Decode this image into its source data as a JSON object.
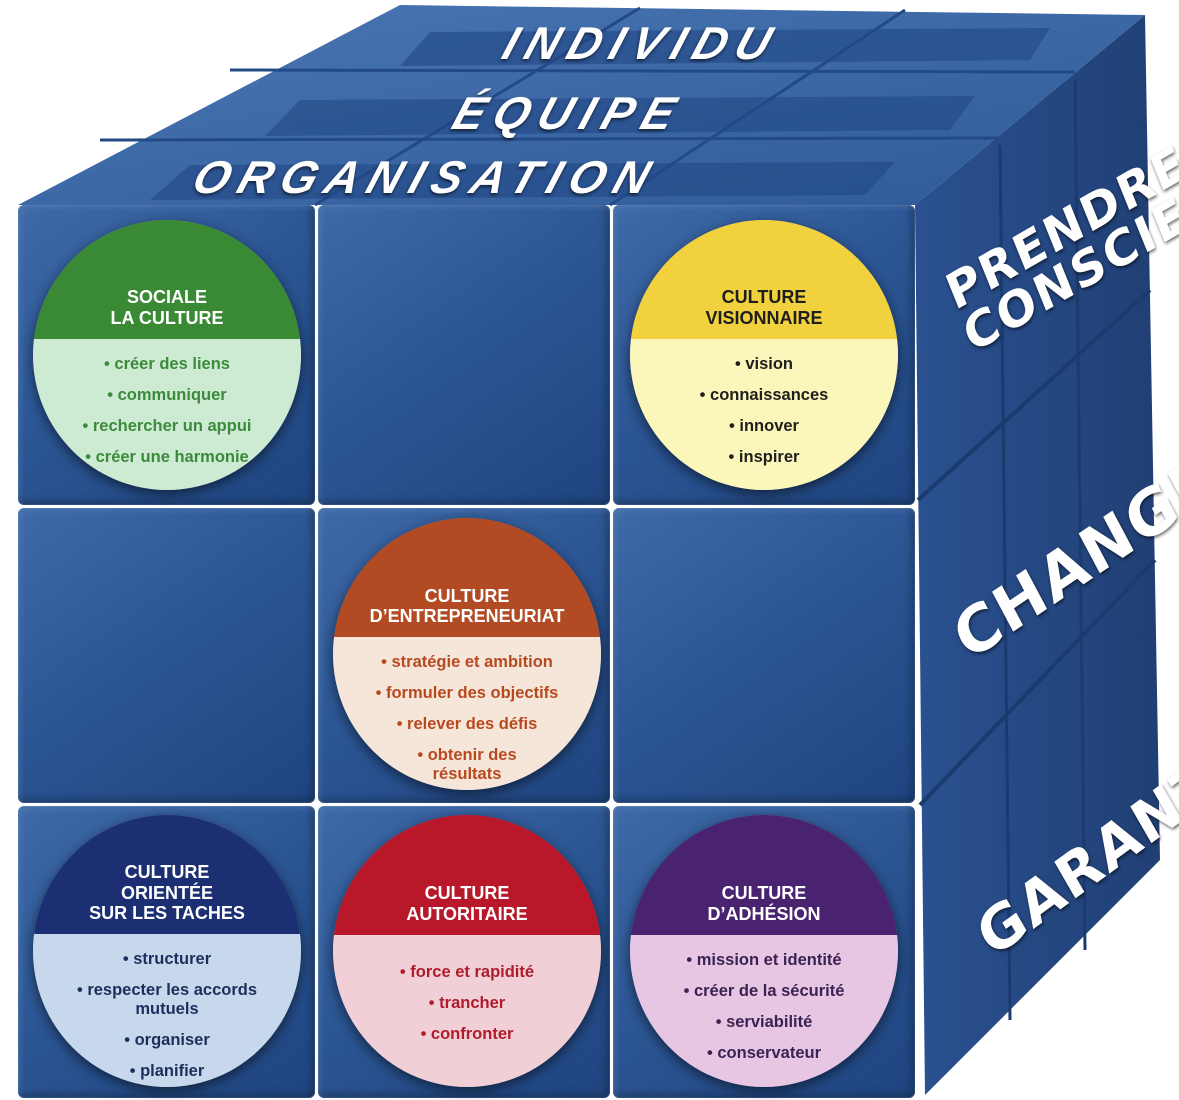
{
  "levels": {
    "top": "INDIVIDU",
    "middle": "ÉQUIPE",
    "bottom": "ORGANISATION"
  },
  "side": {
    "top": "PRENDRE\nCONSCIENCE",
    "middle": "CHANGER",
    "bottom": "GARANTIR"
  },
  "cultures": [
    {
      "title": "SOCIALE\nLA CULTURE",
      "items": [
        "• créer des liens",
        "• communiquer",
        "• rechercher un appui",
        "• créer une harmonie"
      ],
      "head_color": "#3a8a35",
      "body_color": "#cdebd3",
      "text_color": "#3c8a3c"
    },
    {
      "title": "CULTURE\nVISIONNAIRE",
      "items": [
        "• vision",
        "• connaissances",
        "• innover",
        "• inspirer"
      ],
      "head_color": "#f1d23e",
      "body_color": "#fbf6b9",
      "text_color": "#1e1e1e",
      "head_text_color": "#1e1e1e"
    },
    {
      "title": "CULTURE\nD’ENTREPRENEURIAT",
      "items": [
        "• stratégie et ambition",
        "• formuler des objectifs",
        "• relever des défis",
        "• obtenir des\nrésultats"
      ],
      "head_color": "#b24a24",
      "body_color": "#f6e6d9",
      "text_color": "#b8491f"
    },
    {
      "title": "CULTURE\nORIENTÉE\nSUR LES TACHES",
      "items": [
        "• structurer",
        "• respecter les accords\nmutuels",
        "• organiser",
        "• planifier"
      ],
      "head_color": "#1c2f72",
      "body_color": "#c8d8ec",
      "text_color": "#1c2f5c"
    },
    {
      "title": "CULTURE\nAUTORITAIRE",
      "items": [
        "• force et rapidité",
        "• trancher",
        "• confronter"
      ],
      "head_color": "#b8182a",
      "body_color": "#f1cfd6",
      "text_color": "#b01c2c"
    },
    {
      "title": "CULTURE\nD’ADHÉSION",
      "items": [
        "• mission et identité",
        "• créer de la sécurité",
        "• serviabilité",
        "• conservateur"
      ],
      "head_color": "#4a2370",
      "body_color": "#e6c6e2",
      "text_color": "#3a2352"
    }
  ]
}
